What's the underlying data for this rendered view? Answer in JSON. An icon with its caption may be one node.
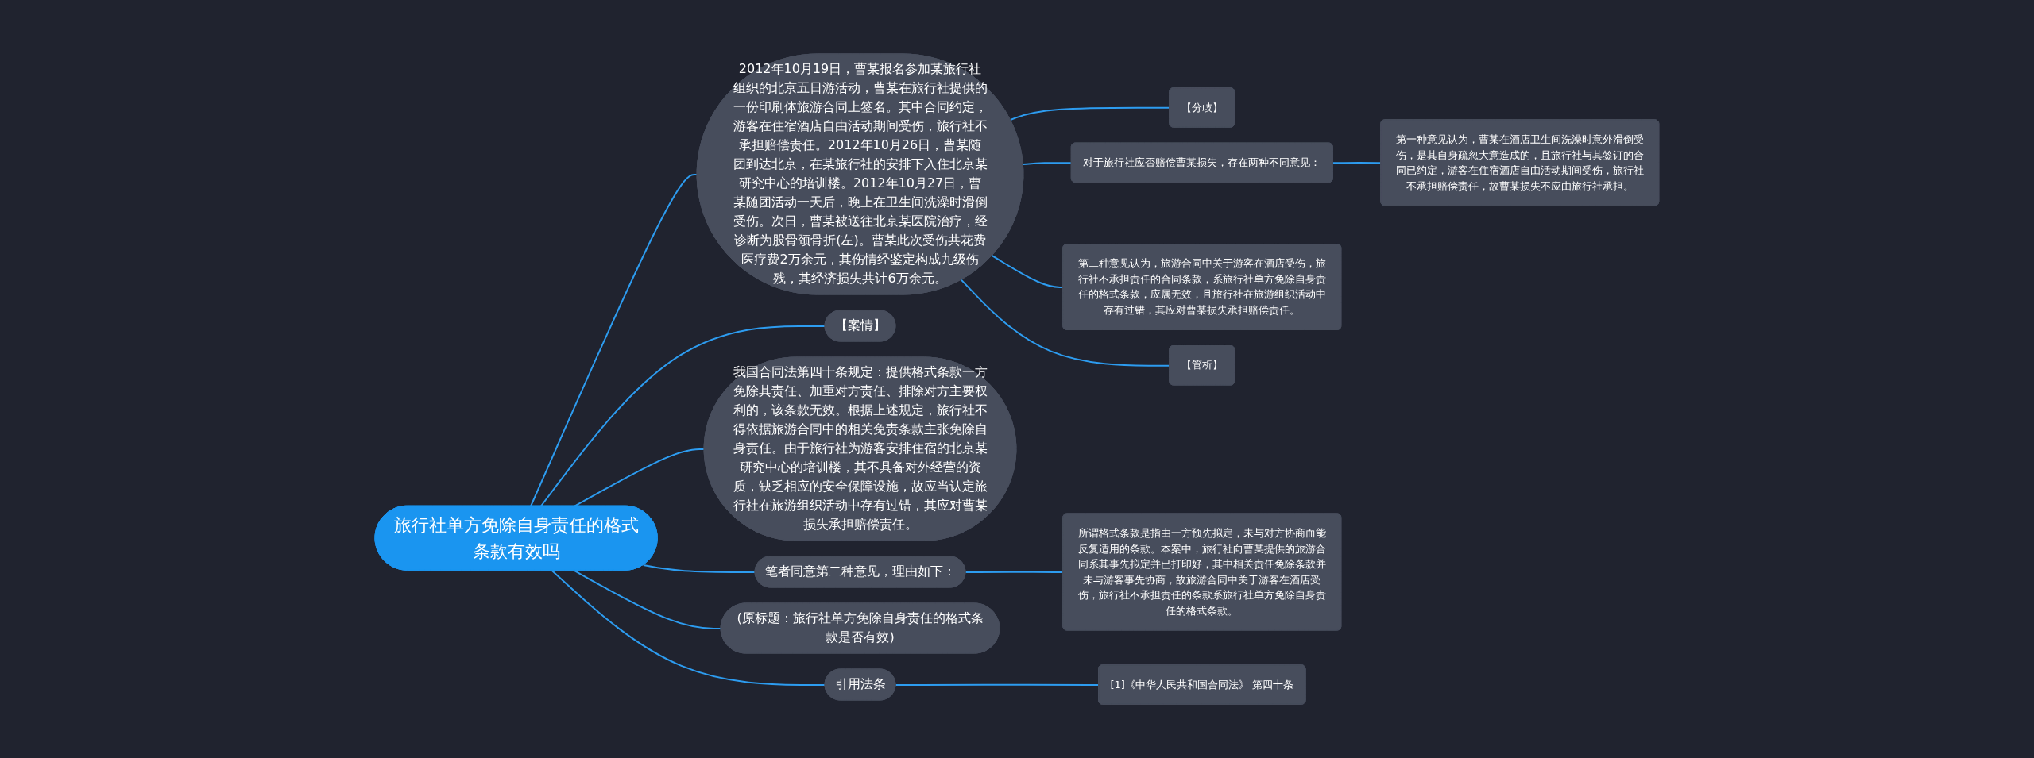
{
  "diagram": {
    "nodes": [
      {
        "text": [
          "旅行社单方免除自身责任的格式条款有效吗"
        ]
      },
      {
        "text": [
          "2012年10月19日，曹某报名参加某旅行社组织的北京五日游活动，曹某在旅行社提供的一份印刷体旅游合同上签名。其中合同约定，游客在住宿酒店自由活动期间受伤，旅行社不承担赔偿责任。2012年10月26日，曹某随团到达北京，在某旅行社的安排下入住北京某研究中心的培训楼。2012年10月27日，曹某随团活动一天后，晚上在卫生间洗澡时滑倒受伤。次日，曹某被送往北京某医院治疗，经诊断为股骨颈骨折(左)。曹某此次受伤共花费医疗费2万余元，其伤情经鉴定构成九级伤残，其经济损失共计6万余元。"
        ]
      },
      {
        "text": [
          "【分歧】"
        ]
      },
      {
        "text": [
          "对于旅行社应否赔偿曹某损失，存在两种不同意见："
        ]
      },
      {
        "text": [
          "第一种意见认为，曹某在酒店卫生间洗澡时意外滑倒受伤，是其自身疏忽大意造成的，且旅行社与其签订的合同已约定，游客在住宿酒店自由活动期间受伤，旅行社不承担赔偿责任，故曹某损失不应由旅行社承担。"
        ]
      },
      {
        "text": [
          "第二种意见认为，旅游合同中关于游客在酒店受伤，旅行社不承担责任的合同条款，系旅行社单方免除自身责任的格式条款，应属无效，且旅行社在旅游组织活动中存有过错，其应对曹某损失承担赔偿责任。"
        ]
      },
      {
        "text": [
          "【管析】"
        ]
      },
      {
        "text": [
          "【案情】"
        ]
      },
      {
        "text": [
          "我国合同法第四十条规定：提供格式条款一方免除其责任、加重对方责任、排除对方主要权利的，该条款无效。根据上述规定，旅行社不得依据旅游合同中的相关免责条款主张免除自身责任。由于旅行社为游客安排住宿的北京某研究中心的培训楼，其不具备对外经营的资质，缺乏相应的安全保障设施，故应当认定旅行社在旅游组织活动中存有过错，其应对曹某损失承担赔偿责任。"
        ]
      },
      {
        "text": [
          "笔者同意第二种意见，理由如下："
        ]
      },
      {
        "text": [
          "所谓格式条款是指由一方预先拟定，未与对方协商而能反复适用的条款。本案中，旅行社向曹某提供的旅游合同系其事先拟定并已打印好，其中相关责任免除条款并未与游客事先协商，故旅游合同中关于游客在酒店受伤，旅行社不承担责任的条款系旅行社单方免除自身责任的格式条款。"
        ]
      },
      {
        "text": [
          "(原标题：旅行社单方免除自身责任的格式条款是否有效)"
        ]
      },
      {
        "text": [
          "引用法条"
        ]
      },
      {
        "text": [
          "[1]《中华人民共和国合同法》 第四十条"
        ]
      }
    ],
    "edges": [
      {
        "from": 0,
        "to": 1,
        "arrow": "none"
      },
      {
        "from": 1,
        "to": 2,
        "arrow": "none"
      },
      {
        "from": 1,
        "to": 3,
        "arrow": "none"
      },
      {
        "from": 3,
        "to": 4,
        "arrow": "none"
      },
      {
        "from": 1,
        "to": 5,
        "arrow": "none"
      },
      {
        "from": 1,
        "to": 6,
        "arrow": "none"
      },
      {
        "from": 0,
        "to": 7,
        "arrow": "none"
      },
      {
        "from": 0,
        "to": 8,
        "arrow": "none"
      },
      {
        "from": 0,
        "to": 9,
        "arrow": "none"
      },
      {
        "from": 9,
        "to": 10,
        "arrow": "none"
      },
      {
        "from": 0,
        "to": 11,
        "arrow": "none"
      },
      {
        "from": 0,
        "to": 12,
        "arrow": "none"
      },
      {
        "from": 12,
        "to": 13,
        "arrow": "none"
      }
    ]
  }
}
